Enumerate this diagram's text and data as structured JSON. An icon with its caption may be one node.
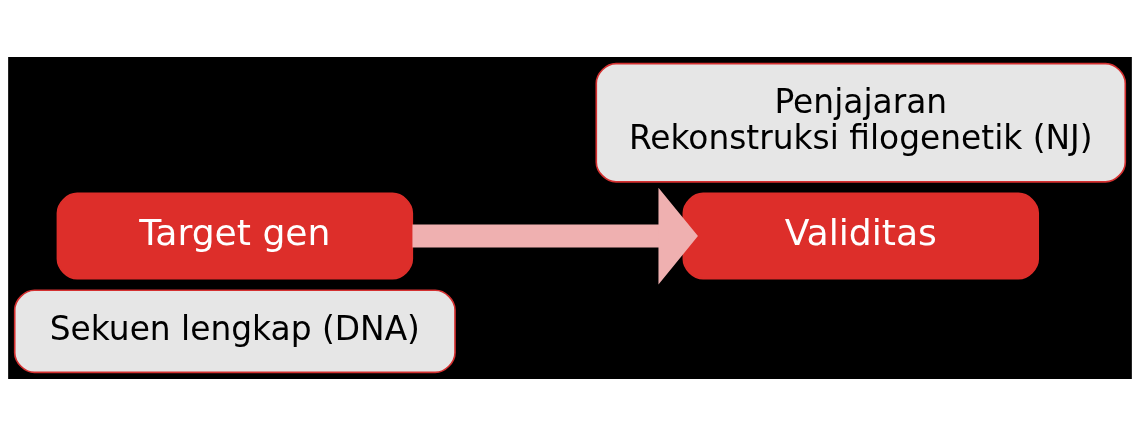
{
  "diagram": {
    "nodes": [
      {
        "text": [
          "Target gen"
        ]
      },
      {
        "text": [
          "Sekuen lengkap (DNA)"
        ]
      },
      {
        "text": [
          "Validitas"
        ]
      },
      {
        "text": [
          "Penjajaran",
          "Rekonstruksi filogenetik (NJ)"
        ]
      }
    ],
    "edges": [
      {
        "from": 0,
        "to": 2,
        "arrow": "to"
      }
    ]
  }
}
